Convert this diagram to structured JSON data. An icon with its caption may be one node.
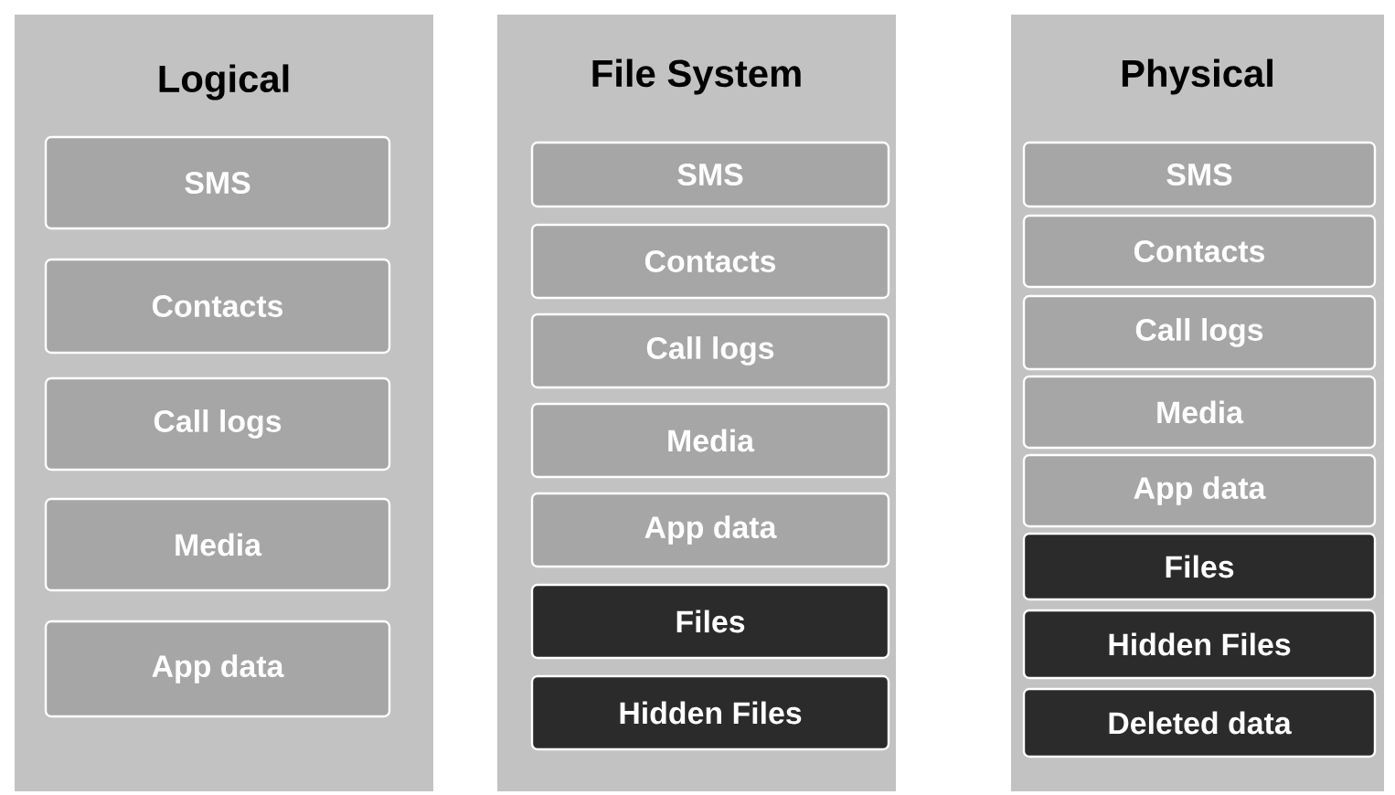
{
  "diagram": {
    "nodes": [
      {
        "text": [
          "Logical"
        ]
      },
      {
        "text": [
          "SMS"
        ],
        "in": 0
      },
      {
        "text": [
          "Contacts"
        ],
        "in": 0
      },
      {
        "text": [
          "Call logs"
        ],
        "in": 0
      },
      {
        "text": [
          "Media"
        ],
        "in": 0
      },
      {
        "text": [
          "App data"
        ],
        "in": 0
      },
      {
        "text": [
          "File System"
        ]
      },
      {
        "text": [
          "SMS"
        ],
        "in": 6
      },
      {
        "text": [
          "Contacts"
        ],
        "in": 6
      },
      {
        "text": [
          "Call logs"
        ],
        "in": 6
      },
      {
        "text": [
          "Media"
        ],
        "in": 6
      },
      {
        "text": [
          "App data"
        ],
        "in": 6
      },
      {
        "text": [
          "Files"
        ],
        "in": 6
      },
      {
        "text": [
          "Hidden Files"
        ],
        "in": 6
      },
      {
        "text": [
          "Physical"
        ]
      },
      {
        "text": [
          "SMS"
        ],
        "in": 14
      },
      {
        "text": [
          "Contacts"
        ],
        "in": 14
      },
      {
        "text": [
          "Call logs"
        ],
        "in": 14
      },
      {
        "text": [
          "Media"
        ],
        "in": 14
      },
      {
        "text": [
          "App data"
        ],
        "in": 14
      },
      {
        "text": [
          "Files"
        ],
        "in": 14
      },
      {
        "text": [
          "Hidden Files"
        ],
        "in": 14
      },
      {
        "text": [
          "Deleted data"
        ],
        "in": 14
      }
    ]
  }
}
